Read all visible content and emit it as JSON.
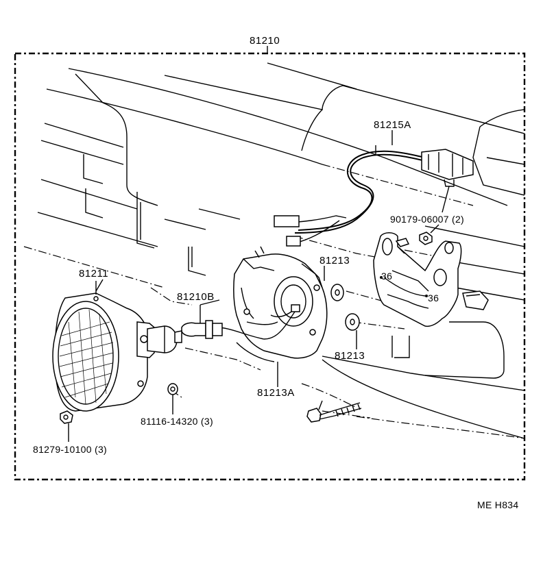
{
  "diagram": {
    "code": "ME H834",
    "labels": {
      "assembly": "81210",
      "harness": "81215A",
      "nut": "90179-06007 (2)",
      "grommet_upper": "81213",
      "grommet_lower": "81213",
      "lamp": "81211",
      "bulb": "81210B",
      "cover": "81213A",
      "screw_small": "81116-14320 (3)",
      "screw_lamp": "81279-10100 (3)"
    }
  }
}
